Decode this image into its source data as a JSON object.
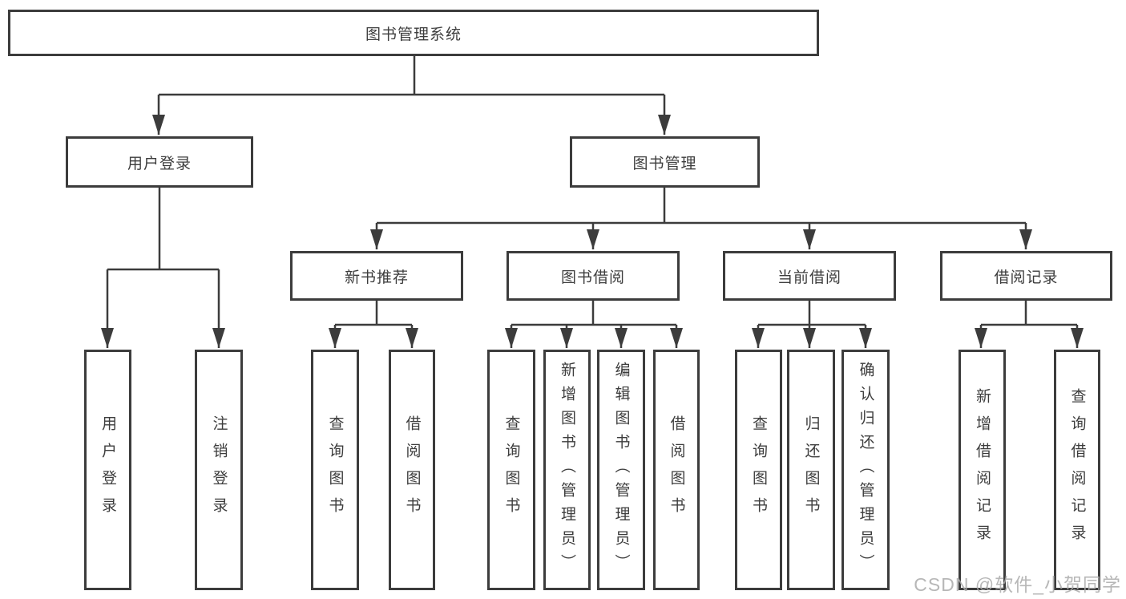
{
  "tree": {
    "root": "图书管理系统",
    "branches": [
      {
        "label": "用户登录",
        "children": [
          "用户登录",
          "注销登录"
        ]
      },
      {
        "label": "图书管理",
        "groups": [
          {
            "label": "新书推荐",
            "children": [
              "查询图书",
              "借阅图书"
            ]
          },
          {
            "label": "图书借阅",
            "children": [
              "查询图书",
              "新增图书（管理员）",
              "编辑图书（管理员）",
              "借阅图书"
            ]
          },
          {
            "label": "当前借阅",
            "children": [
              "查询图书",
              "归还图书",
              "确认归还（管理员）"
            ]
          },
          {
            "label": "借阅记录",
            "children": [
              "新增借阅记录",
              "查询借阅记录"
            ]
          }
        ]
      }
    ]
  },
  "watermark": "CSDN @软件_小贺同学",
  "colors": {
    "line": "#3c3c3c",
    "text": "#3d3d3d",
    "background": "#ffffff",
    "watermark": "#ababab"
  }
}
